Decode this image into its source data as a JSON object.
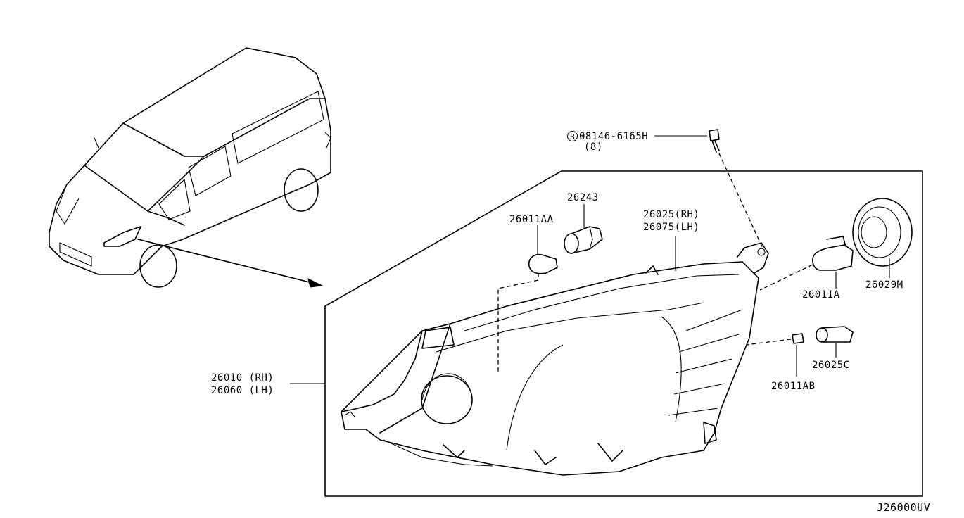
{
  "labels": {
    "bolt": "08146-6165H",
    "bolt_qty": "(8)",
    "bolt_circle": "B",
    "p26243": "26243",
    "p26011AA": "26011AA",
    "p26025_rh": "26025(RH)",
    "p26075_lh": "26075(LH)",
    "p26011A": "26011A",
    "p26029M": "26029M",
    "p26025C": "26025C",
    "p26011AB": "26011AB",
    "p26010_rh": "26010 (RH)",
    "p26060_lh": "26060 (LH)",
    "diagram_code": "J26000UV"
  }
}
